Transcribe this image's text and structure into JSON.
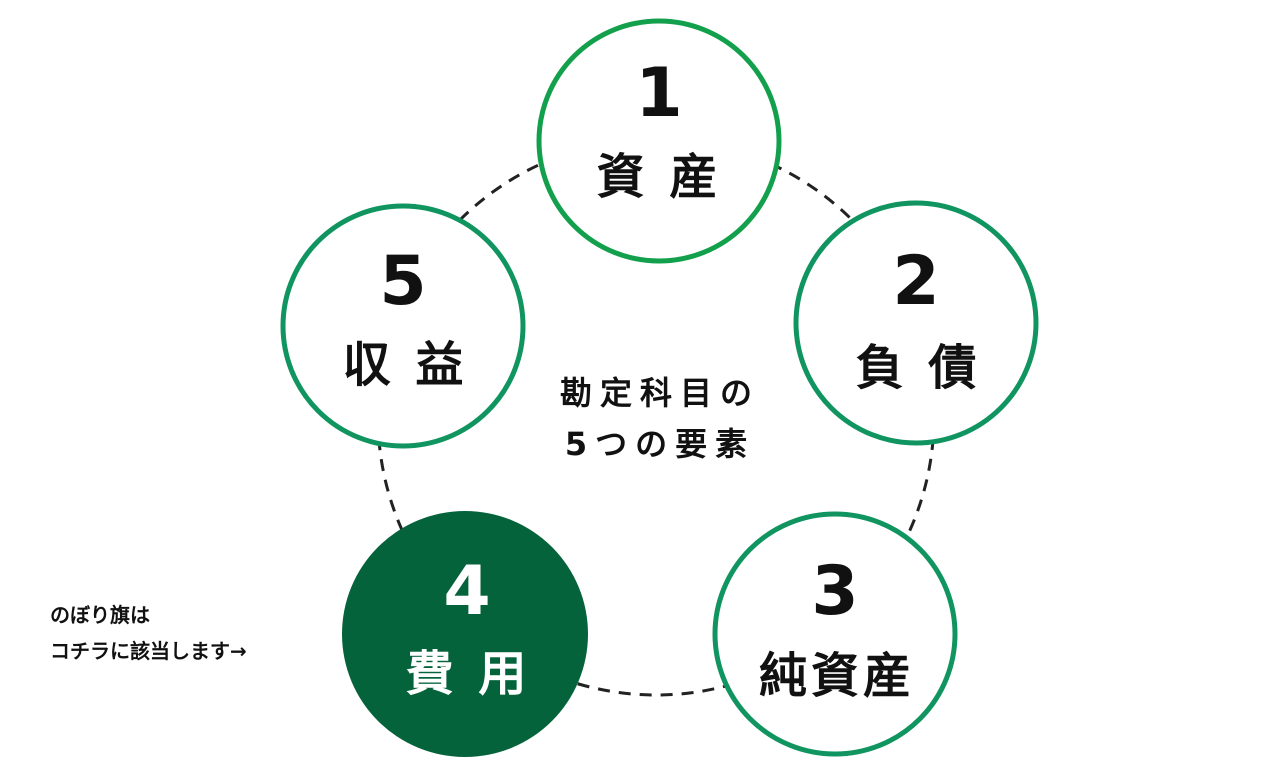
{
  "center_label": {
    "line1": "勘定科目の",
    "line2": "5つの要素"
  },
  "nodes": [
    {
      "number": "1",
      "label": "資 産"
    },
    {
      "number": "2",
      "label": "負 債"
    },
    {
      "number": "3",
      "label": "純資産"
    },
    {
      "number": "4",
      "label": "費 用",
      "highlighted": true
    },
    {
      "number": "5",
      "label": "収 益"
    }
  ],
  "note": {
    "line1": "のぼり旗は",
    "line2": "コチラに該当します→"
  },
  "colors": {
    "ring_primary": "#13a04c",
    "ring": "#109460",
    "highlight_fill": "#04633b",
    "text": "#111111",
    "highlight_text": "#ffffff",
    "dash": "#222222",
    "background": "#ffffff"
  }
}
